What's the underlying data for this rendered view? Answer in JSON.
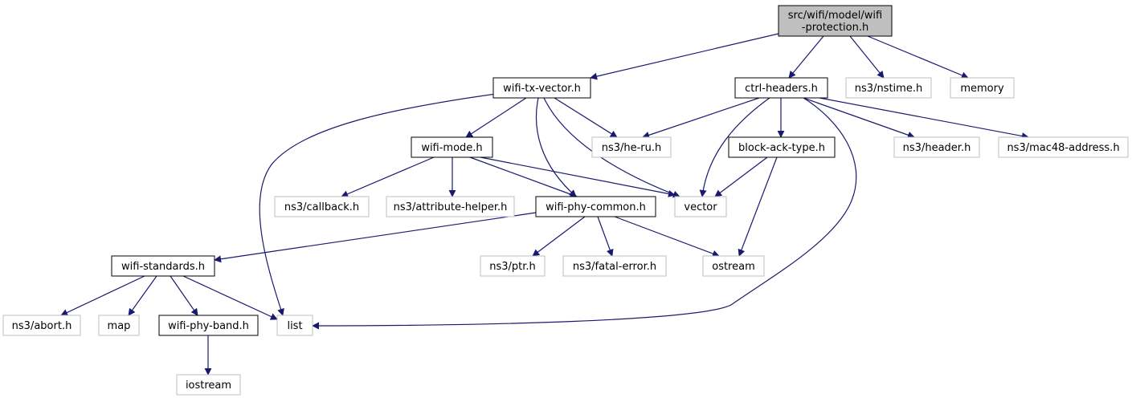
{
  "diagram": {
    "type": "include-dependency-graph",
    "colors": {
      "root_fill": "#bfbfbf",
      "root_border": "#000000",
      "local_border": "#000000",
      "external_border": "#bfbfbf",
      "edge": "#191970"
    },
    "nodes": [
      {
        "id": "root",
        "lines": [
          "src/wifi/model/wifi",
          "-protection.h"
        ],
        "kind": "root"
      },
      {
        "id": "wifi-tx-vector",
        "lines": [
          "wifi-tx-vector.h"
        ],
        "kind": "local"
      },
      {
        "id": "ctrl-headers",
        "lines": [
          "ctrl-headers.h"
        ],
        "kind": "local"
      },
      {
        "id": "nstime",
        "lines": [
          "ns3/nstime.h"
        ],
        "kind": "external"
      },
      {
        "id": "memory",
        "lines": [
          "memory"
        ],
        "kind": "external"
      },
      {
        "id": "wifi-mode",
        "lines": [
          "wifi-mode.h"
        ],
        "kind": "local"
      },
      {
        "id": "he-ru",
        "lines": [
          "ns3/he-ru.h"
        ],
        "kind": "external"
      },
      {
        "id": "block-ack-type",
        "lines": [
          "block-ack-type.h"
        ],
        "kind": "local"
      },
      {
        "id": "header",
        "lines": [
          "ns3/header.h"
        ],
        "kind": "external"
      },
      {
        "id": "mac48-address",
        "lines": [
          "ns3/mac48-address.h"
        ],
        "kind": "external"
      },
      {
        "id": "callback",
        "lines": [
          "ns3/callback.h"
        ],
        "kind": "external"
      },
      {
        "id": "attribute-helper",
        "lines": [
          "ns3/attribute-helper.h"
        ],
        "kind": "external"
      },
      {
        "id": "wifi-phy-common",
        "lines": [
          "wifi-phy-common.h"
        ],
        "kind": "local"
      },
      {
        "id": "vector",
        "lines": [
          "vector"
        ],
        "kind": "external"
      },
      {
        "id": "wifi-standards",
        "lines": [
          "wifi-standards.h"
        ],
        "kind": "local"
      },
      {
        "id": "ptr",
        "lines": [
          "ns3/ptr.h"
        ],
        "kind": "external"
      },
      {
        "id": "fatal-error",
        "lines": [
          "ns3/fatal-error.h"
        ],
        "kind": "external"
      },
      {
        "id": "ostream",
        "lines": [
          "ostream"
        ],
        "kind": "external"
      },
      {
        "id": "abort",
        "lines": [
          "ns3/abort.h"
        ],
        "kind": "external"
      },
      {
        "id": "map",
        "lines": [
          "map"
        ],
        "kind": "external"
      },
      {
        "id": "wifi-phy-band",
        "lines": [
          "wifi-phy-band.h"
        ],
        "kind": "local"
      },
      {
        "id": "list",
        "lines": [
          "list"
        ],
        "kind": "external"
      },
      {
        "id": "iostream",
        "lines": [
          "iostream"
        ],
        "kind": "external"
      }
    ],
    "edges": [
      {
        "from": "root",
        "to": "wifi-tx-vector"
      },
      {
        "from": "root",
        "to": "ctrl-headers"
      },
      {
        "from": "root",
        "to": "nstime"
      },
      {
        "from": "root",
        "to": "memory"
      },
      {
        "from": "wifi-tx-vector",
        "to": "list"
      },
      {
        "from": "wifi-tx-vector",
        "to": "wifi-mode"
      },
      {
        "from": "wifi-tx-vector",
        "to": "wifi-phy-common"
      },
      {
        "from": "wifi-tx-vector",
        "to": "vector"
      },
      {
        "from": "wifi-tx-vector",
        "to": "he-ru"
      },
      {
        "from": "ctrl-headers",
        "to": "he-ru"
      },
      {
        "from": "ctrl-headers",
        "to": "vector"
      },
      {
        "from": "ctrl-headers",
        "to": "block-ack-type"
      },
      {
        "from": "ctrl-headers",
        "to": "list"
      },
      {
        "from": "ctrl-headers",
        "to": "header"
      },
      {
        "from": "ctrl-headers",
        "to": "mac48-address"
      },
      {
        "from": "wifi-mode",
        "to": "callback"
      },
      {
        "from": "wifi-mode",
        "to": "attribute-helper"
      },
      {
        "from": "wifi-mode",
        "to": "wifi-phy-common"
      },
      {
        "from": "wifi-mode",
        "to": "vector"
      },
      {
        "from": "block-ack-type",
        "to": "vector"
      },
      {
        "from": "block-ack-type",
        "to": "ostream"
      },
      {
        "from": "wifi-phy-common",
        "to": "wifi-standards"
      },
      {
        "from": "wifi-phy-common",
        "to": "ptr"
      },
      {
        "from": "wifi-phy-common",
        "to": "fatal-error"
      },
      {
        "from": "wifi-phy-common",
        "to": "ostream"
      },
      {
        "from": "wifi-standards",
        "to": "abort"
      },
      {
        "from": "wifi-standards",
        "to": "map"
      },
      {
        "from": "wifi-standards",
        "to": "wifi-phy-band"
      },
      {
        "from": "wifi-standards",
        "to": "list"
      },
      {
        "from": "wifi-phy-band",
        "to": "iostream"
      }
    ]
  }
}
